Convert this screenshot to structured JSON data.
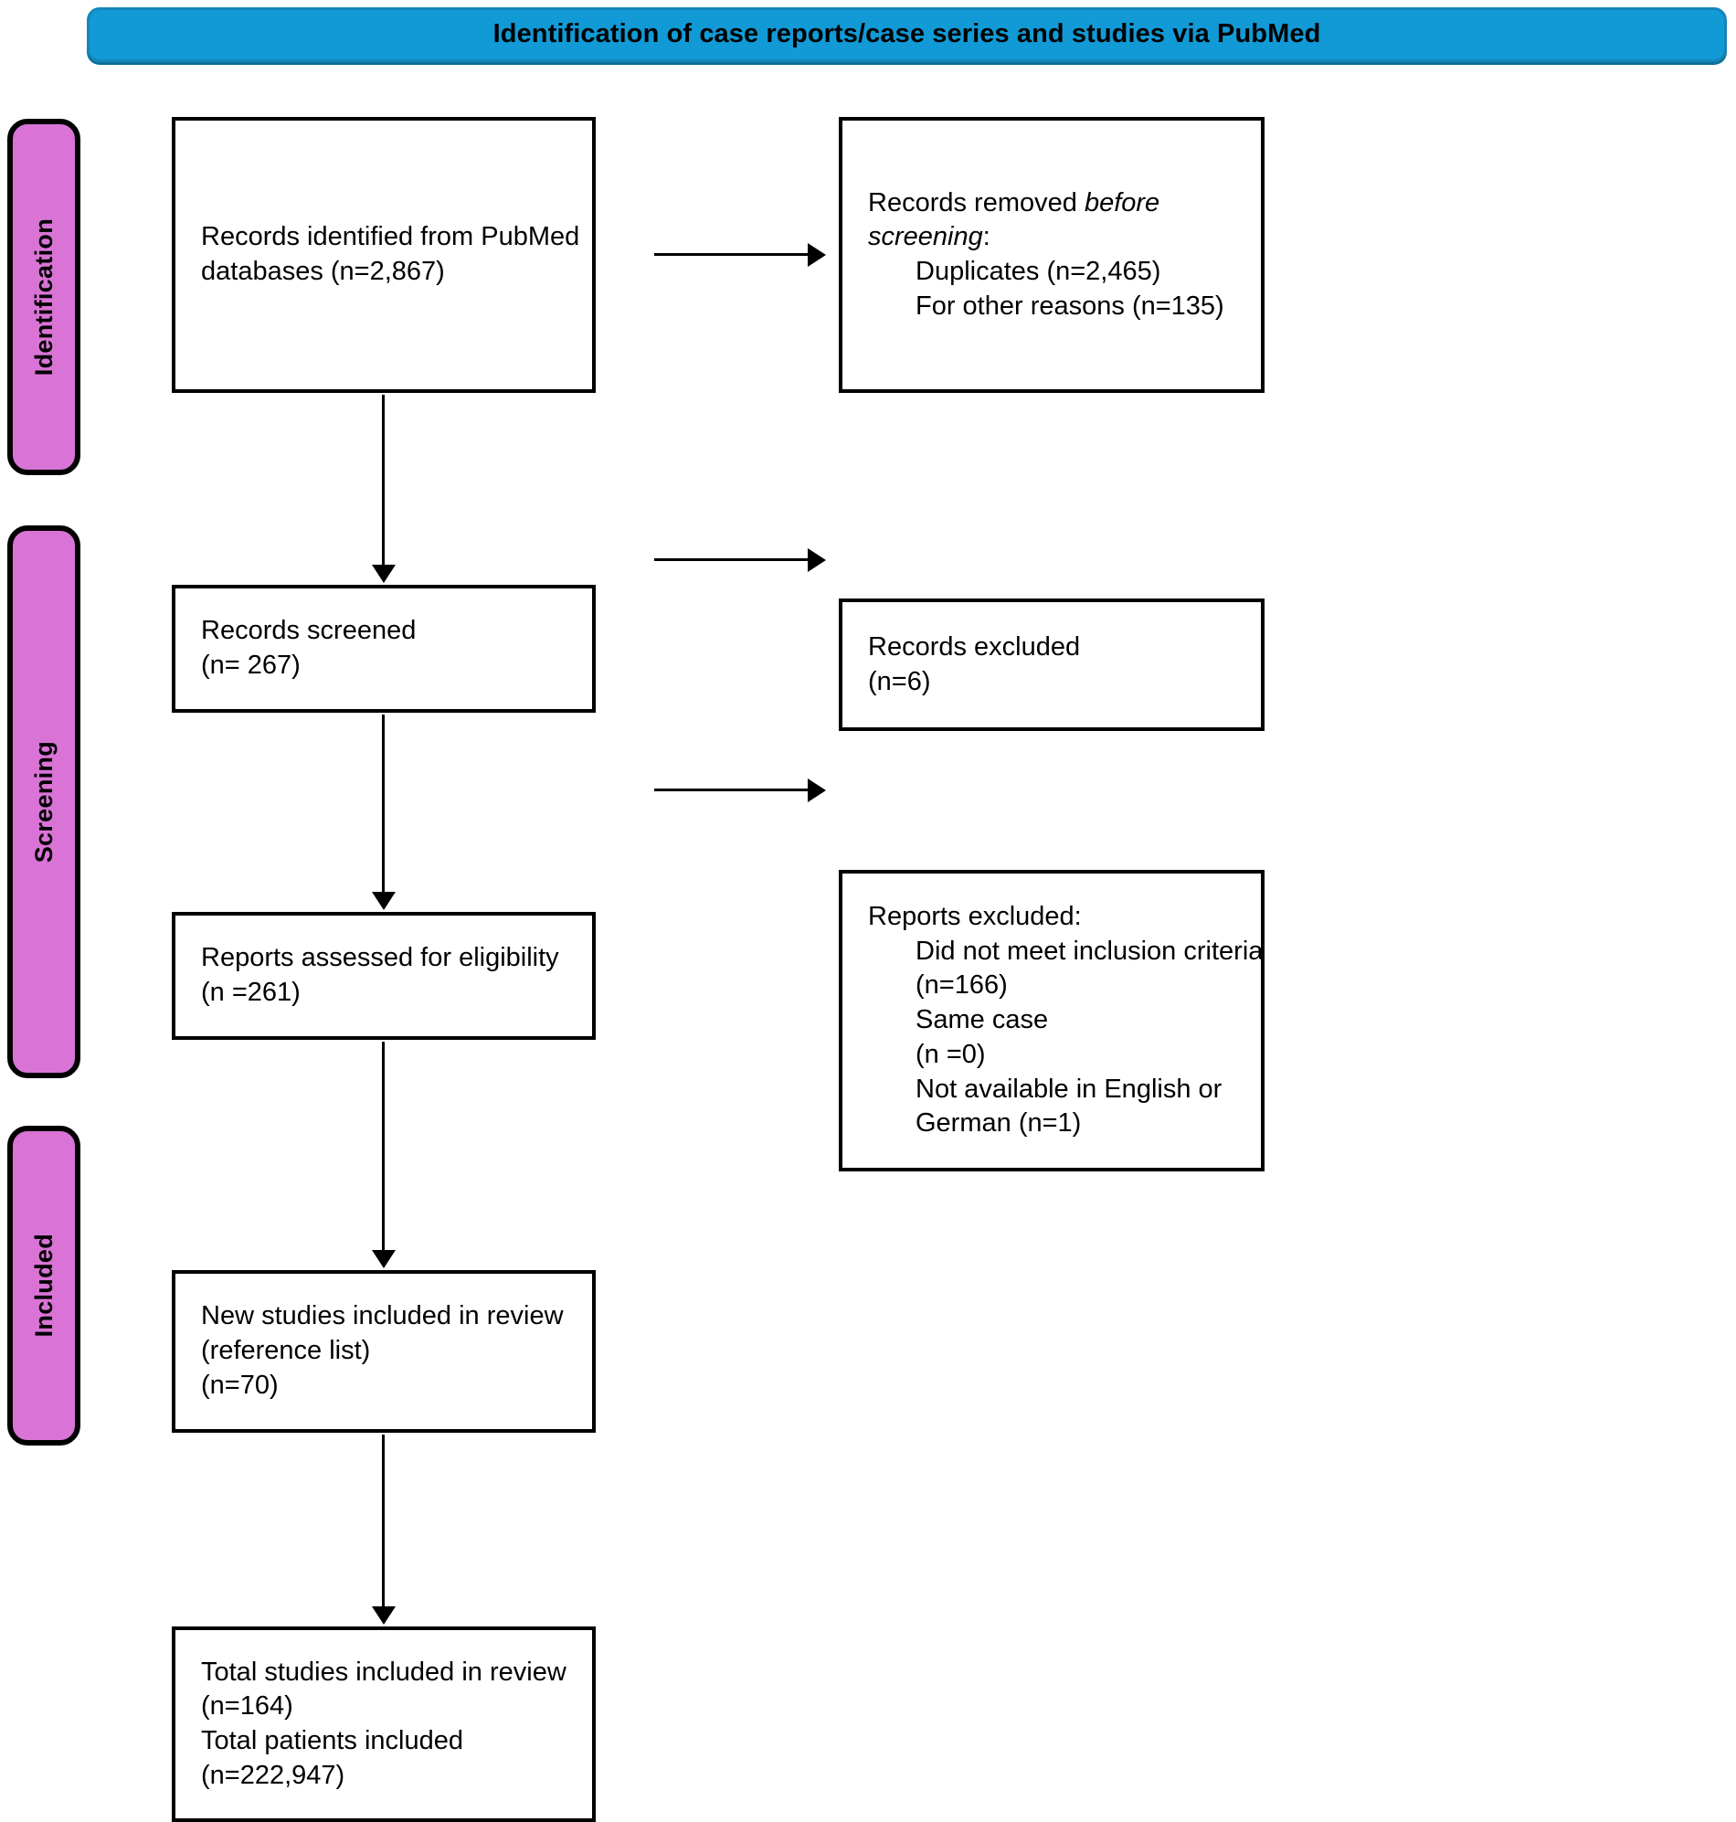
{
  "banner": {
    "title": "Identification of case reports/case series and studies via PubMed",
    "background_color": "#119AD6"
  },
  "stages": [
    {
      "id": "identification",
      "label": "Identification",
      "color": "#D974D6"
    },
    {
      "id": "screening",
      "label": "Screening",
      "color": "#D974D6"
    },
    {
      "id": "included",
      "label": "Included",
      "color": "#D974D6"
    }
  ],
  "boxes": {
    "identified": {
      "lines": [
        "Records identified from PubMed",
        "databases (n=2,867)"
      ]
    },
    "removed": {
      "line1_prefix": "Records removed ",
      "line1_italic": "before",
      "line2_italic": "screening",
      "line2_suffix": ":",
      "line3": "Duplicates (n=2,465)",
      "line4": "For other reasons (n=135)"
    },
    "screened": {
      "lines": [
        "Records screened",
        "(n= 267)"
      ]
    },
    "records_excluded": {
      "lines": [
        "Records excluded",
        "(n=6)"
      ]
    },
    "eligibility": {
      "lines": [
        "Reports assessed for eligibility",
        "(n =261)"
      ]
    },
    "reports_excluded": {
      "heading": "Reports excluded:",
      "lines": [
        "Did not meet inclusion criteria",
        "(n=166)",
        "Same case",
        "(n =0)",
        "Not available in English or",
        "German (n=1)"
      ]
    },
    "new_studies": {
      "lines": [
        "New studies included in review",
        "(reference list)",
        "(n=70)"
      ]
    },
    "total": {
      "lines": [
        "Total studies included in review",
        "(n=164)",
        "Total patients included",
        "(n=222,947)"
      ]
    }
  },
  "chart_data": {
    "type": "diagram",
    "title": "Identification of case reports/case series and studies via PubMed",
    "nodes": [
      {
        "stage": "Identification",
        "label": "Records identified from PubMed databases",
        "n": 2867
      },
      {
        "stage": "Identification",
        "label": "Records removed before screening: Duplicates",
        "n": 2465
      },
      {
        "stage": "Identification",
        "label": "Records removed before screening: For other reasons",
        "n": 135
      },
      {
        "stage": "Screening",
        "label": "Records screened",
        "n": 267
      },
      {
        "stage": "Screening",
        "label": "Records excluded",
        "n": 6
      },
      {
        "stage": "Screening",
        "label": "Reports assessed for eligibility",
        "n": 261
      },
      {
        "stage": "Screening",
        "label": "Reports excluded: Did not meet inclusion criteria",
        "n": 166
      },
      {
        "stage": "Screening",
        "label": "Reports excluded: Same case",
        "n": 0
      },
      {
        "stage": "Screening",
        "label": "Reports excluded: Not available in English or German",
        "n": 1
      },
      {
        "stage": "Included",
        "label": "New studies included in review (reference list)",
        "n": 70
      },
      {
        "stage": "Included",
        "label": "Total studies included in review",
        "n": 164
      },
      {
        "stage": "Included",
        "label": "Total patients included",
        "n": 222947
      }
    ]
  }
}
